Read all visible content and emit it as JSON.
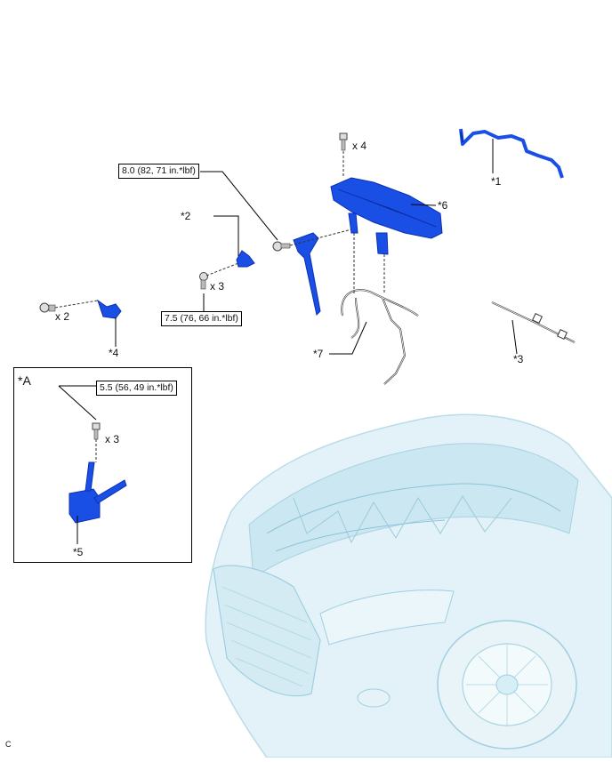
{
  "callouts": {
    "c1": "*1",
    "c2": "*2",
    "c3": "*3",
    "c4": "*4",
    "c5": "*5",
    "c6": "*6",
    "c7": "*7"
  },
  "torques": {
    "t1": "8.0 (82, 71 in.*lbf)",
    "t2": "7.5 (76, 66 in.*lbf)",
    "t3": "5.5 (56, 49 in.*lbf)"
  },
  "quantities": {
    "q_top": "x 4",
    "q_mid": "x 3",
    "q_left": "x 2",
    "q_inset": "x 3"
  },
  "inset": {
    "label": "*A"
  },
  "figure_code": "C",
  "colors": {
    "part_blue": "#1a4fe6",
    "part_dark": "#0b2fb0",
    "vehicle_tint": "#d6eef5",
    "vehicle_line": "#9fcfe0"
  }
}
